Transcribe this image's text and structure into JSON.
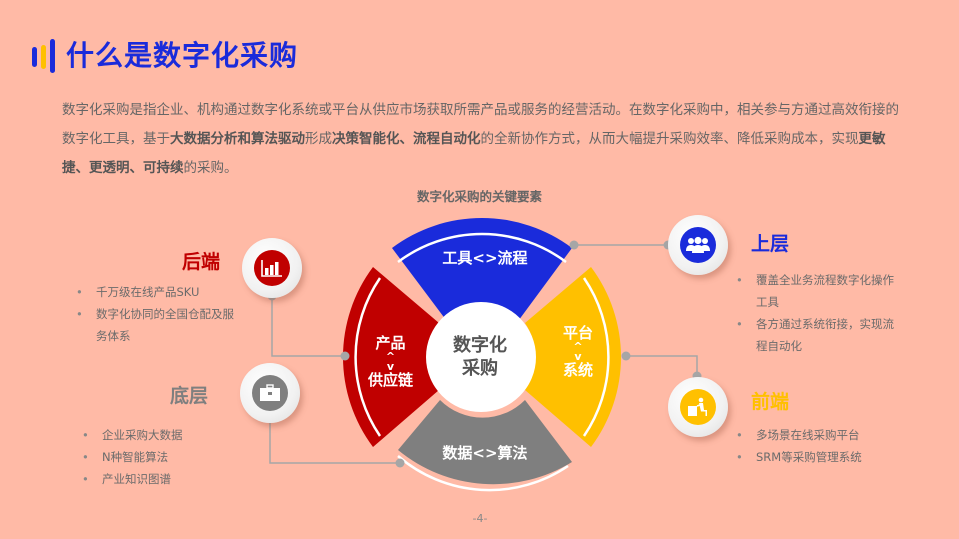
{
  "page": {
    "title": "什么是数字化采购",
    "page_number": "-4-",
    "colors": {
      "background": "#FFBAA6",
      "blue": "#1A2BDB",
      "red": "#C00000",
      "yellow": "#FFC000",
      "gray": "#7F7F7F"
    }
  },
  "intro": {
    "p1": "数字化采购是指企业、机构通过数字化系统或平台从供应市场获取所需产品或服务的经营活动。在数字化采购中，相关参与方通过高效衔接的数字化工具，基于",
    "b1": "大数据分析和算法驱动",
    "p2": "形成",
    "b2": "决策智能化、流程自动化",
    "p3": "的全新协作方式，从而大幅提升采购效率、降低采购成本，实现",
    "b3": "更敏捷、更透明、可持续",
    "p4": "的采购。"
  },
  "diagram": {
    "title": "数字化采购的关键要素",
    "center": {
      "line1": "数字化",
      "line2": "采购"
    },
    "segments": {
      "top": "工具<>流程",
      "left": {
        "line1": "产品",
        "arrow1": "^",
        "arrow2": "v",
        "line2": "供应链"
      },
      "right": {
        "line1": "平台",
        "arrow1": "^",
        "arrow2": "v",
        "line2": "系统"
      },
      "bottom": "数据<>算法"
    }
  },
  "sections": {
    "backend": {
      "title": "后端",
      "icon": "bar-chart-icon",
      "items": [
        "千万级在线产品SKU",
        "数字化协同的全国仓配及服务体系"
      ]
    },
    "bottom_layer": {
      "title": "底层",
      "icon": "briefcase-icon",
      "items": [
        "企业采购大数据",
        "N种智能算法",
        "产业知识图谱"
      ]
    },
    "upper_layer": {
      "title": "上层",
      "icon": "users-icon",
      "items": [
        "覆盖全业务流程数字化操作工具",
        "各方通过系统衔接，实现流程自动化"
      ]
    },
    "frontend": {
      "title": "前端",
      "icon": "desk-worker-icon",
      "items": [
        "多场景在线采购平台",
        "SRM等采购管理系统"
      ]
    }
  }
}
